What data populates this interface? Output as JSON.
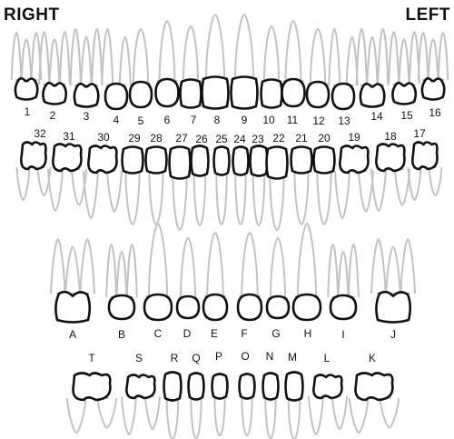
{
  "header": {
    "right_label": "RIGHT",
    "left_label": "LEFT"
  },
  "colors": {
    "outline": "#111111",
    "root": "#c2c2c2",
    "background": "#ffffff"
  },
  "permanent_upper": [
    "1",
    "2",
    "3",
    "4",
    "5",
    "6",
    "7",
    "8",
    "9",
    "10",
    "11",
    "12",
    "13",
    "14",
    "15",
    "16"
  ],
  "permanent_lower": [
    "32",
    "31",
    "30",
    "29",
    "28",
    "27",
    "26",
    "25",
    "24",
    "23",
    "22",
    "21",
    "20",
    "19",
    "18",
    "17"
  ],
  "primary_upper": [
    "A",
    "B",
    "C",
    "D",
    "E",
    "F",
    "G",
    "H",
    "I",
    "J"
  ],
  "primary_lower": [
    "T",
    "S",
    "R",
    "Q",
    "P",
    "O",
    "N",
    "M",
    "L",
    "K"
  ]
}
